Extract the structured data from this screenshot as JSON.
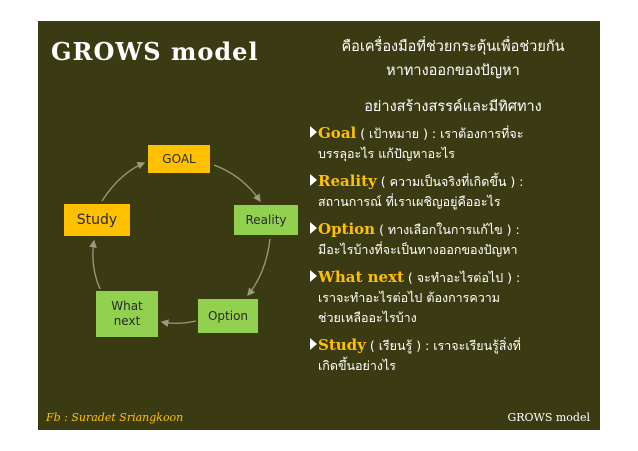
{
  "title": "GROWS model",
  "subtitle": {
    "line1": "คือเครื่องมือที่ช่วยกระตุ้นเพื่อช่วยกัน",
    "line2": "หาทางออกของปัญหา",
    "line3": "อย่างสร้างสรรค์และมีทิศทาง"
  },
  "cycle": {
    "goal": "GOAL",
    "reality": "Reality",
    "option": "Option",
    "whatnext_line1": "What",
    "whatnext_line2": "next",
    "study": "Study"
  },
  "items": [
    {
      "keyword": "Goal",
      "line1": " ( เป้าหมาย ) : เราต้องการที่จะ",
      "line2": "บรรลุอะไร แก้ปัญหาอะไร"
    },
    {
      "keyword": "Reality",
      "line1": " ( ความเป็นจริงที่เกิดขึ้น ) :",
      "line2": "สถานการณ์ ที่เราเผชิญอยู่คืออะไร"
    },
    {
      "keyword": "Option",
      "line1": " ( ทางเลือกในการแก้ไข ) :",
      "line2": "มีอะไรบ้างที่จะเป็นทางออกของปัญหา"
    },
    {
      "keyword": "What next",
      "line1": " ( จะทำอะไรต่อไป ) :",
      "line2": "เราจะทำอะไรต่อไป ต้องการความ",
      "line3": "ช่วยเหลืออะไรบ้าง"
    },
    {
      "keyword": "Study",
      "line1": " ( เรียนรู้ ) : เราจะเรียนรู้สิ่งที่",
      "line2": "เกิดขึ้นอย่างไร"
    }
  ],
  "footer": {
    "left": "Fb : Suradet Sriangkoon",
    "right": "GROWS model"
  },
  "colors": {
    "background": "#3b3b13",
    "accent": "#ffc000",
    "green": "#92d050"
  }
}
